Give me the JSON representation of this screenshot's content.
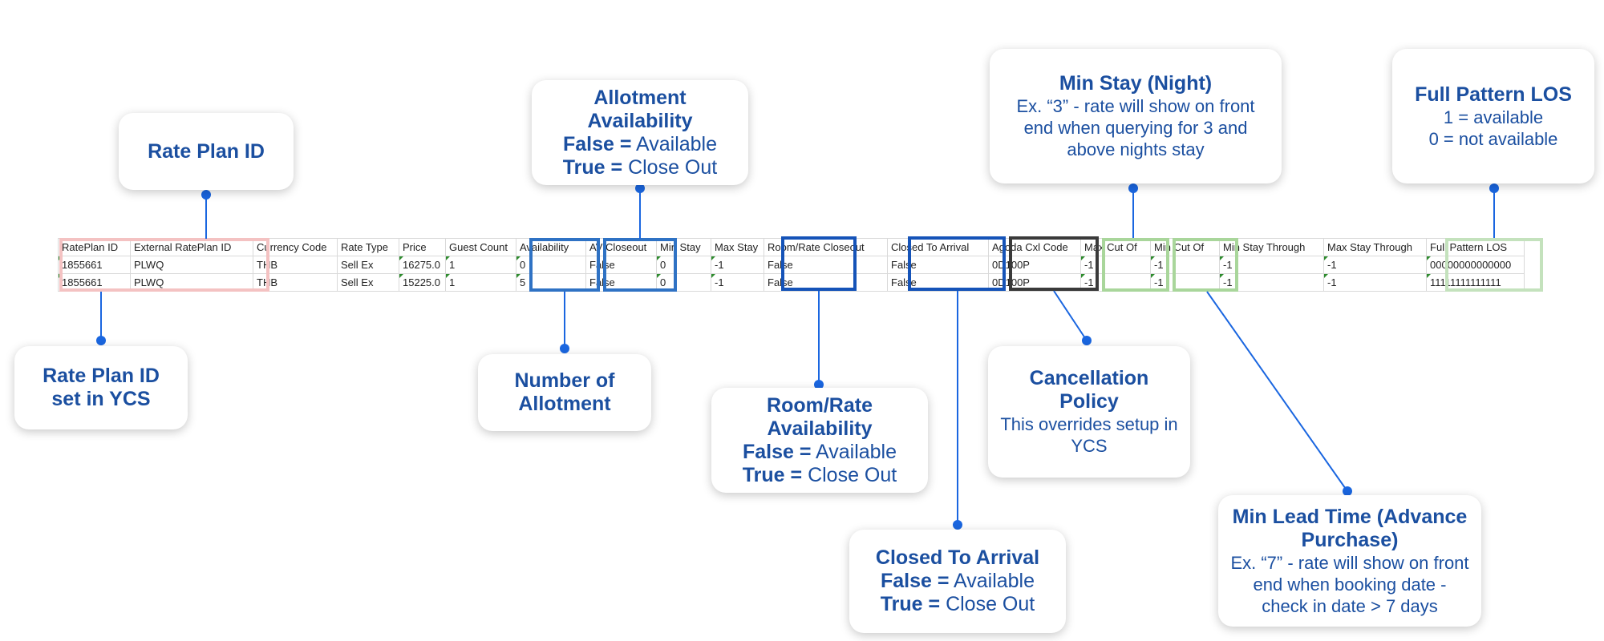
{
  "table": {
    "headers": [
      "RatePlan ID",
      "External RatePlan ID",
      "Currency Code",
      "Rate Type",
      "Price",
      "Guest Count",
      "Availability",
      "AV Closeout",
      "Min Stay",
      "Max Stay",
      "Room/Rate Closeout",
      "Closed To Arrival",
      "Agoda Cxl Code",
      "Max Cut Of",
      "Min Cut Of",
      "Min Stay Through",
      "Max Stay Through",
      "Full Pattern LOS"
    ],
    "rows": [
      [
        "1855661",
        "PLWQ",
        "THB",
        "Sell Ex",
        "16275.0",
        "1",
        "0",
        "False",
        "0",
        "-1",
        "False",
        "False",
        "0D100P",
        "-1",
        "-1",
        "-1",
        "-1",
        "00000000000000"
      ],
      [
        "1855661",
        "PLWQ",
        "THB",
        "Sell Ex",
        "15225.0",
        "1",
        "5",
        "False",
        "0",
        "-1",
        "False",
        "False",
        "0D100P",
        "-1",
        "-1",
        "-1",
        "-1",
        "11111111111111"
      ]
    ]
  },
  "callouts": {
    "rate_plan_id": {
      "title": "Rate Plan ID"
    },
    "rate_plan_id_ycs": {
      "title": "Rate Plan ID set in YCS"
    },
    "allotment_availability": {
      "title": "Allotment Availability",
      "false_key": "False =",
      "false_val": "Available",
      "true_key": "True =",
      "true_val": "Close Out"
    },
    "number_of_allotment": {
      "title": "Number of Allotment"
    },
    "room_rate_availability": {
      "title": "Room/Rate Availability",
      "false_key": "False =",
      "false_val": "Available",
      "true_key": "True =",
      "true_val": "Close Out"
    },
    "closed_to_arrival": {
      "title": "Closed To Arrival",
      "false_key": "False =",
      "false_val": "Available",
      "true_key": "True =",
      "true_val": "Close Out"
    },
    "min_stay": {
      "title": "Min Stay (Night)",
      "desc": "Ex. “3” - rate will show on front end when querying for 3 and above nights stay"
    },
    "cancellation_policy": {
      "title": "Cancellation Policy",
      "desc": "This overrides setup in YCS"
    },
    "min_lead_time": {
      "title": "Min Lead Time (Advance Purchase)",
      "desc": "Ex. “7” - rate will show on front end when booking date - check in date > 7 days"
    },
    "full_pattern_los": {
      "title": "Full Pattern LOS",
      "line1": "1 = available",
      "line2": "0 = not available"
    }
  },
  "colors": {
    "pink": "#f4c2c2",
    "mid_blue": "#2f72c4",
    "dark_blue": "#1553b8",
    "dark_gray": "#3a3a3a",
    "green": "#a9d69b",
    "connector": "#1a66e0",
    "text_blue": "#1b4fa0"
  }
}
